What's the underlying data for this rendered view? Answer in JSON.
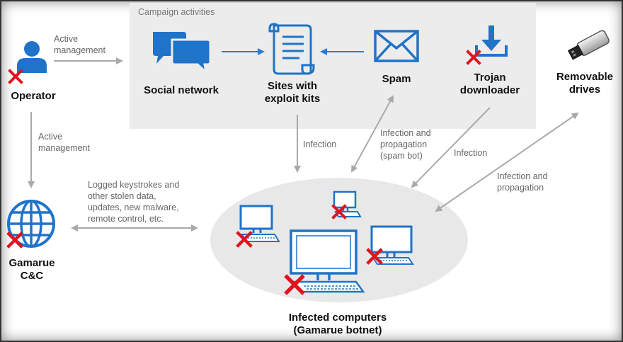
{
  "campaign_label": "Campaign activities",
  "nodes": {
    "operator": "Operator",
    "social_network": "Social network",
    "sites_line1": "Sites with",
    "sites_line2": "exploit kits",
    "spam": "Spam",
    "trojan_line1": "Trojan",
    "trojan_line2": "downloader",
    "removable_line1": "Removable",
    "removable_line2": "drives",
    "gamarue_line1": "Gamarue",
    "gamarue_line2": "C&C",
    "infected_line1": "Infected computers",
    "infected_line2": "(Gamarue botnet)"
  },
  "edges": {
    "active_mgmt_top_1": "Active",
    "active_mgmt_top_2": "management",
    "active_mgmt_left_1": "Active",
    "active_mgmt_left_2": "management",
    "stolen_1": "Logged keystrokes and",
    "stolen_2": "other stolen data,",
    "stolen_3": "updates, new malware,",
    "stolen_4": "remote control, etc.",
    "infection_sites": "Infection",
    "spam_1": "Infection and",
    "spam_2": "propagation",
    "spam_3": "(spam bot)",
    "infection_trojan": "Infection",
    "drives_1": "Infection and",
    "drives_2": "propagation"
  },
  "colors": {
    "accent_blue": "#1f73c9",
    "arrow_blue": "#2a7bd4",
    "arrow_gray": "#a9a9a9",
    "cross_red": "#e0141e",
    "campaign_box": "#ececec",
    "ellipse_fill": "#e8e8e8"
  }
}
